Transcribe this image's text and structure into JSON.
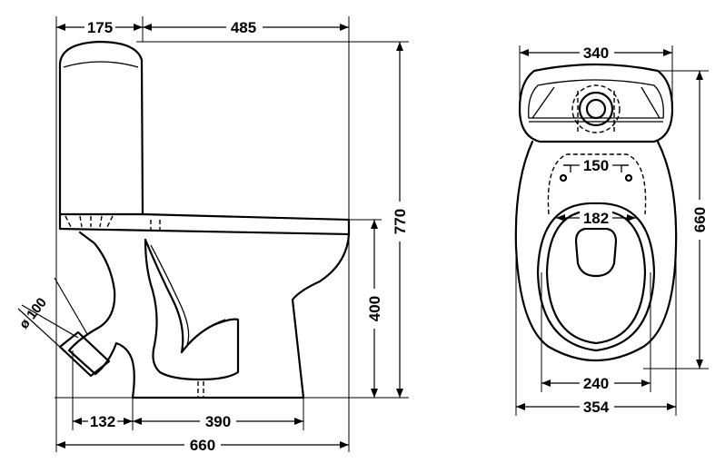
{
  "side_view": {
    "tank_depth": "175",
    "bowl_top_length": "485",
    "total_height": "770",
    "seat_height": "400",
    "outlet_diameter": "ø 100",
    "outlet_offset": "132",
    "base_length": "390",
    "total_length": "660"
  },
  "top_view": {
    "tank_width": "340",
    "total_length": "660",
    "fixing_spacing": "150",
    "inlet_width": "182",
    "base_width": "240",
    "total_width": "354"
  }
}
